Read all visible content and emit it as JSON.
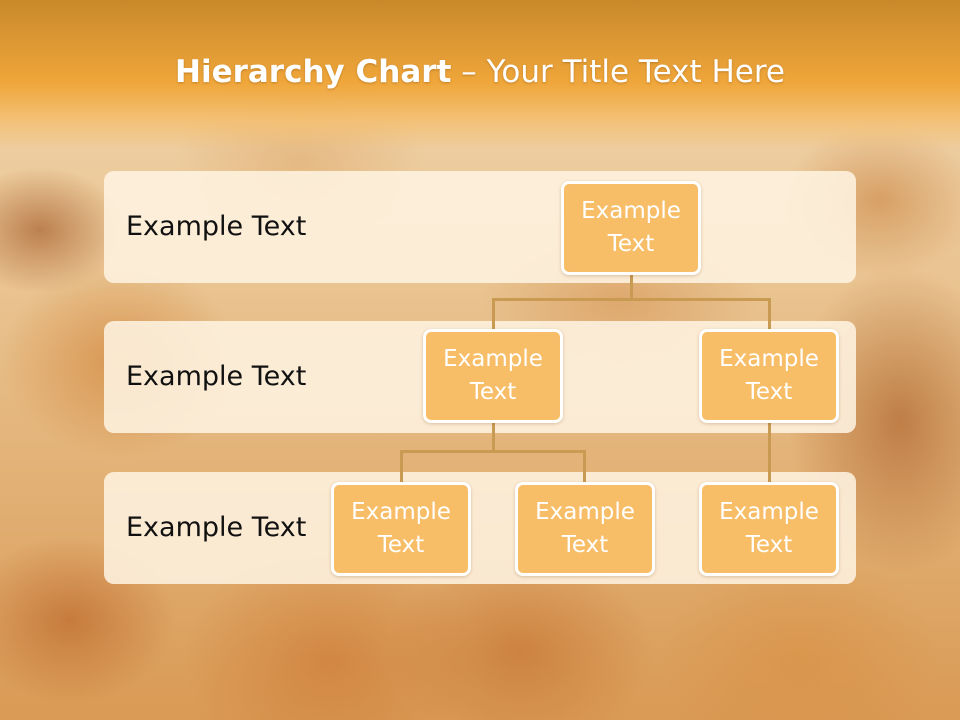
{
  "title": {
    "bold": "Hierarchy Chart",
    "rest": " – Your Title Text Here"
  },
  "levels": [
    {
      "label": "Example Text"
    },
    {
      "label": "Example Text"
    },
    {
      "label": "Example Text"
    }
  ],
  "nodes": {
    "root": "Example\nText",
    "level2_left": "Example\nText",
    "level2_right": "Example\nText",
    "level3_a": "Example\nText",
    "level3_b": "Example\nText",
    "level3_c": "Example\nText"
  },
  "colors": {
    "header": "#efa63a",
    "node_fill": "#f7bd67",
    "band_fill": "#fef2e0",
    "connector": "#c99a52"
  }
}
